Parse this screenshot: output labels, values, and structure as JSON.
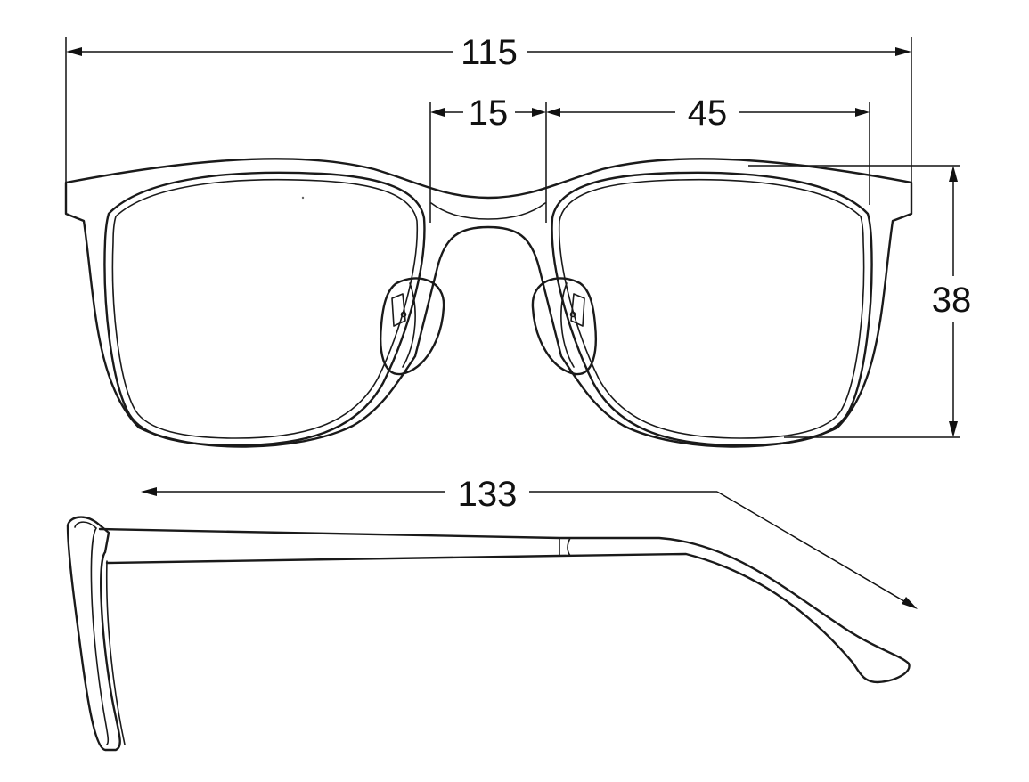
{
  "dimensions": {
    "total_width": "115",
    "bridge_width": "15",
    "lens_width": "45",
    "lens_height": "38",
    "temple_length": "133"
  },
  "colors": {
    "line": "#1a1a1a",
    "background": "#ffffff"
  }
}
